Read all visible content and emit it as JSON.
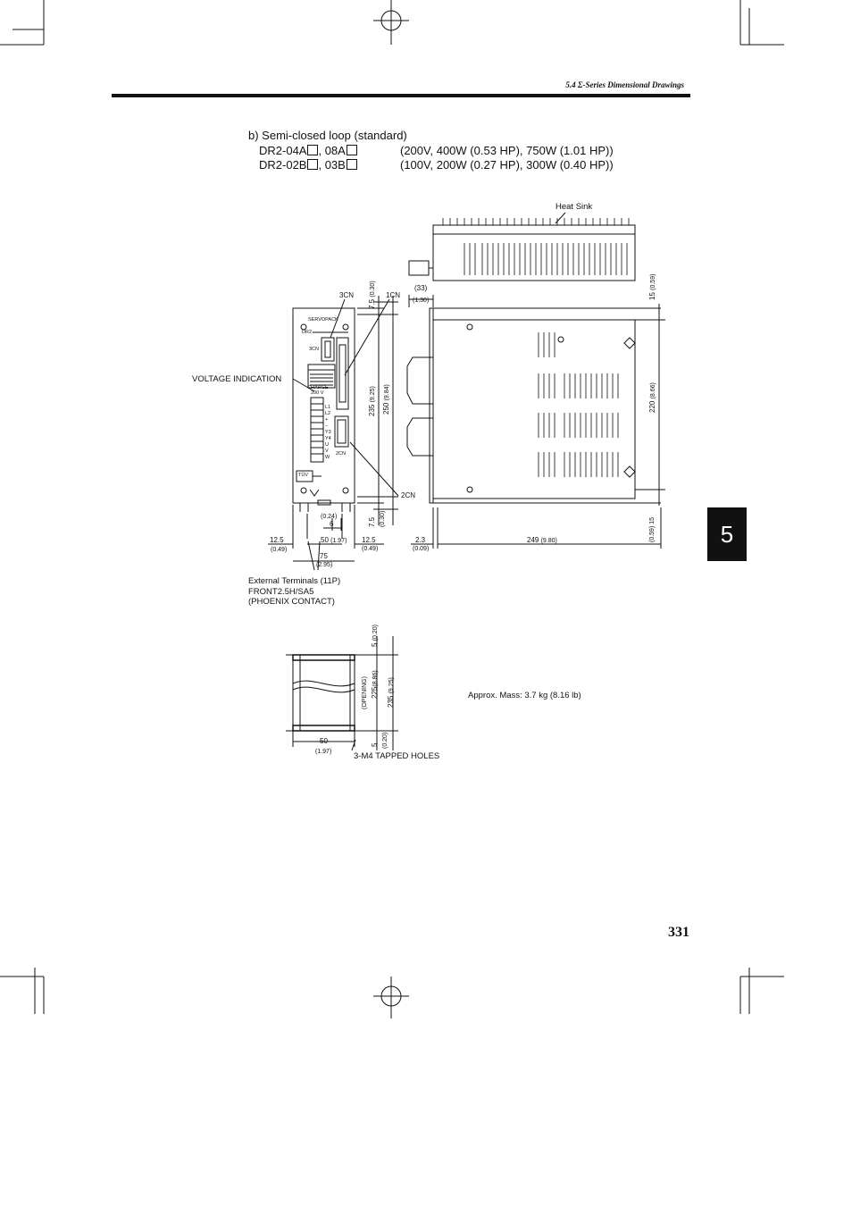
{
  "header": {
    "section_title": "5.4 Σ-Series Dimensional Drawings"
  },
  "chapter_tab": "5",
  "page_number": "331",
  "heading": {
    "title": "b) Semi-closed loop (standard)",
    "model_line_1": "DR2-04A",
    "model_line_1_tail": ", 08A",
    "spec_line_1": "(200V, 400W (0.53 HP), 750W (1.01 HP))",
    "model_line_2": "DR2-02B",
    "model_line_2_tail": ", 03B",
    "spec_line_2": "(100V, 200W (0.27 HP), 300W (0.40 HP))"
  },
  "labels": {
    "heat_sink": "Heat Sink",
    "voltage_indication": "VOLTAGE INDICATION",
    "cn3": "3CN",
    "cn1": "1CN",
    "cn2": "2CN",
    "servopack": "SERVOPACK",
    "dr2": "DR2",
    "cn3_panel": "3CN",
    "charge": "CHARGE",
    "volt": "200 V",
    "cn2_panel": "2CN",
    "tuv": "TÜV",
    "ext_terminals_1": "External Terminals (11P)",
    "ext_terminals_2": "FRONT2.5H/SA5",
    "ext_terminals_3": "(PHOENIX CONTACT)",
    "tapped_holes": "3-M4 TAPPED HOLES",
    "mass": "Approx. Mass: 3.7 kg (8.16 lb)",
    "opening": "(OPENING)"
  },
  "terminals": [
    "L1",
    "L2",
    "",
    "+",
    "−",
    "Y3",
    "Y4",
    "U",
    "V",
    "W"
  ],
  "dims": {
    "d_33": "(33)",
    "d_130": "(1.30)",
    "d_75_top": "7.5",
    "d_030_top": "(0.30)",
    "d_235": "235",
    "d_925": "(9.25)",
    "d_250": "250",
    "d_984": "(9.84)",
    "d_75_bot": "7.5",
    "d_030_bot": "(0.30)",
    "d_15_top": "15",
    "d_059_top": "(0.59)",
    "d_220": "220",
    "d_866": "(8.66)",
    "d_15_bot": "15",
    "d_059_bot": "(0.59)",
    "d_024": "(0.24)",
    "d_6": "6",
    "d_125_l": "12.5",
    "d_049_l": "(0.49)",
    "d_50": "50",
    "d_197": "(1.97)",
    "d_125_r": "12.5",
    "d_049_r": "(0.49)",
    "d_75w": "75",
    "d_295": "(2.95)",
    "d_23": "2.3",
    "d_009": "(0.09)",
    "d_249": "249",
    "d_980": "(9.80)",
    "h_5_top": "5",
    "h_020_top": "(0.20)",
    "h_225": "225",
    "h_886": "(8.86)",
    "h_235": "235",
    "h_925": "(9.25)",
    "h_5_bot": "5",
    "h_020_bot": "(0.20)",
    "h_50": "50",
    "h_197": "(1.97)"
  }
}
